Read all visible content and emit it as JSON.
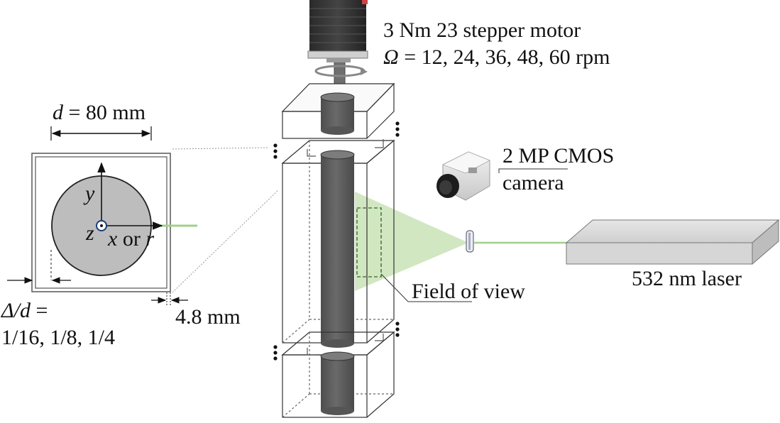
{
  "motor": {
    "line1": "3 Nm 23 stepper motor",
    "line2_symbol": "Ω",
    "line2_values": " = 12, 24, 36, 48, 60 rpm"
  },
  "cross_section": {
    "diameter_symbol": "d",
    "diameter_value": " = 80 mm",
    "y_axis": "y",
    "z_axis": "z",
    "x_axis": "x",
    "or_text": " or ",
    "r_axis": "r",
    "gap_ratio_symbol": "Δ/d",
    "gap_ratio_eq": " =",
    "gap_ratio_values": "1/16, 1/8, 1/4",
    "wall_thickness": "4.8 mm"
  },
  "camera": {
    "line1": "2 MP CMOS",
    "line2": "camera"
  },
  "field_of_view": "Field of view",
  "laser": "532 nm laser",
  "colors": {
    "cylinder_fill": "#5c5c5c",
    "disk_fill": "#bdbdbd",
    "laser_green": "#9fd08a",
    "light_sheet": "#c9e3b6",
    "laser_box": "#d9d9d9",
    "fov_dash": "#4f7a3a"
  },
  "icons": [
    "stepper-motor-icon",
    "rotation-arrow-icon",
    "camera-icon",
    "cylindrical-lens-icon"
  ]
}
